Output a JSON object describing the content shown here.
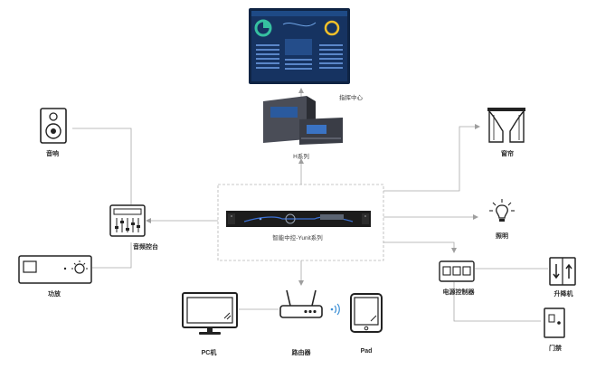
{
  "nodes": {
    "command_center": "指挥中心",
    "h_series": "H系列",
    "central_control": "智能中控-Yunit系列",
    "speaker": "音响",
    "audio_console": "音频控台",
    "amplifier": "功放",
    "curtain": "窗帘",
    "lighting": "照明",
    "power_controller": "电源控制器",
    "lift": "升降机",
    "door_access": "门禁",
    "pc": "PC机",
    "router": "路由器",
    "pad": "Pad"
  },
  "colors": {
    "line": "#9e9e9e",
    "dash_border": "#b5b5b5",
    "device_dark": "#1c1c1c",
    "screen_blue": "#1a3d73",
    "accent_blue": "#3b5fa8"
  }
}
